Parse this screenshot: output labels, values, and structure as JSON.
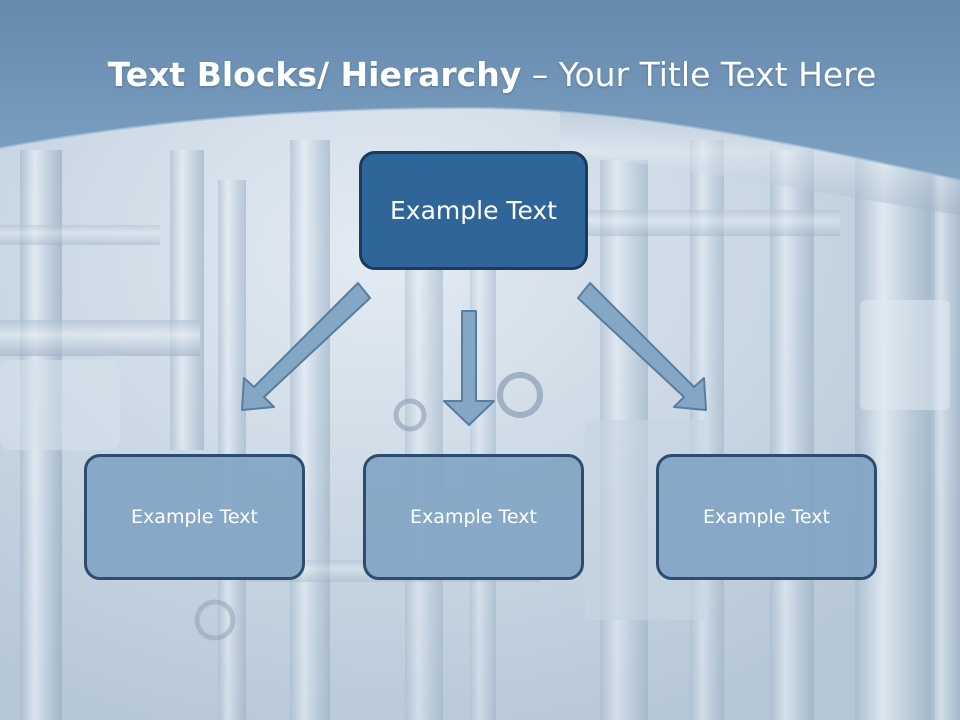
{
  "slide": {
    "title_bold": "Text Blocks/ Hierarchy",
    "title_rest": " – Your Title Text Here"
  },
  "diagram": {
    "root": {
      "label": "Example Text"
    },
    "children": [
      {
        "label": "Example Text"
      },
      {
        "label": "Example Text"
      },
      {
        "label": "Example Text"
      }
    ]
  },
  "colors": {
    "header_band": "#5b85ab",
    "root_fill": "#2f6599",
    "child_fill": "#82a5c4",
    "arrow_fill": "#84a7c6",
    "border_dark": "#2e4c6d"
  }
}
